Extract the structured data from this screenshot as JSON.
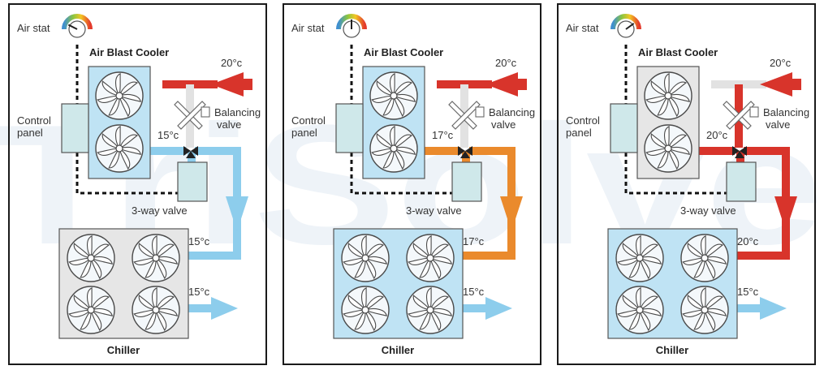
{
  "colors": {
    "cold_pipe": "#8dcdec",
    "warm_pipe": "#ea8a2c",
    "hot_pipe": "#d8342b",
    "inactive_pipe": "#e2e2e2",
    "unit_active": "#bfe3f4",
    "unit_inactive": "#e6e6e6",
    "panel_fill": "#cfe8ea",
    "watermark": "#eef3f8"
  },
  "watermark": "TriSolve",
  "panels": [
    {
      "id": "p1",
      "air_stat_label": "Air stat",
      "air_cooler_label": "Air Blast Cooler",
      "control_panel_label": [
        "Control",
        "panel"
      ],
      "balancing_valve_label": [
        "Balancing",
        "valve"
      ],
      "three_way_valve_label": "3-way valve",
      "chiller_label": "Chiller",
      "inlet_temp": "20°c",
      "mix_temp": "15°c",
      "chiller_in_temp": "15°c",
      "chiller_out_temp": "15°c",
      "cooler_active": true,
      "gauge_level": 0.15
    },
    {
      "id": "p2",
      "air_stat_label": "Air stat",
      "air_cooler_label": "Air Blast Cooler",
      "control_panel_label": [
        "Control",
        "panel"
      ],
      "balancing_valve_label": [
        "Balancing",
        "valve"
      ],
      "three_way_valve_label": "3-way valve",
      "chiller_label": "Chiller",
      "inlet_temp": "20°c",
      "mix_temp": "17°c",
      "chiller_in_temp": "17°c",
      "chiller_out_temp": "15°c",
      "cooler_active": true,
      "gauge_level": 0.5
    },
    {
      "id": "p3",
      "air_stat_label": "Air stat",
      "air_cooler_label": "Air Blast Cooler",
      "control_panel_label": [
        "Control",
        "panel"
      ],
      "balancing_valve_label": [
        "Balancing",
        "valve"
      ],
      "three_way_valve_label": "3-way valve",
      "chiller_label": "Chiller",
      "inlet_temp": "20°c",
      "mix_temp": "20°c",
      "chiller_in_temp": "20°c",
      "chiller_out_temp": "15°c",
      "cooler_active": false,
      "gauge_level": 0.8
    }
  ]
}
